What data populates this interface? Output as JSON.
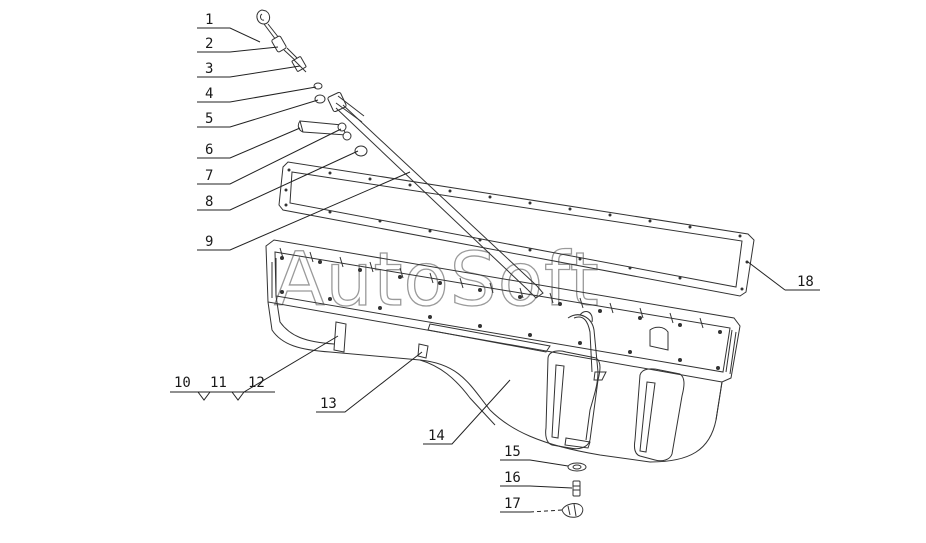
{
  "watermark": "AutoSoft",
  "callouts": [
    "1",
    "2",
    "3",
    "4",
    "5",
    "6",
    "7",
    "8",
    "9",
    "10",
    "11",
    "12",
    "13",
    "14",
    "15",
    "16",
    "17",
    "18"
  ]
}
